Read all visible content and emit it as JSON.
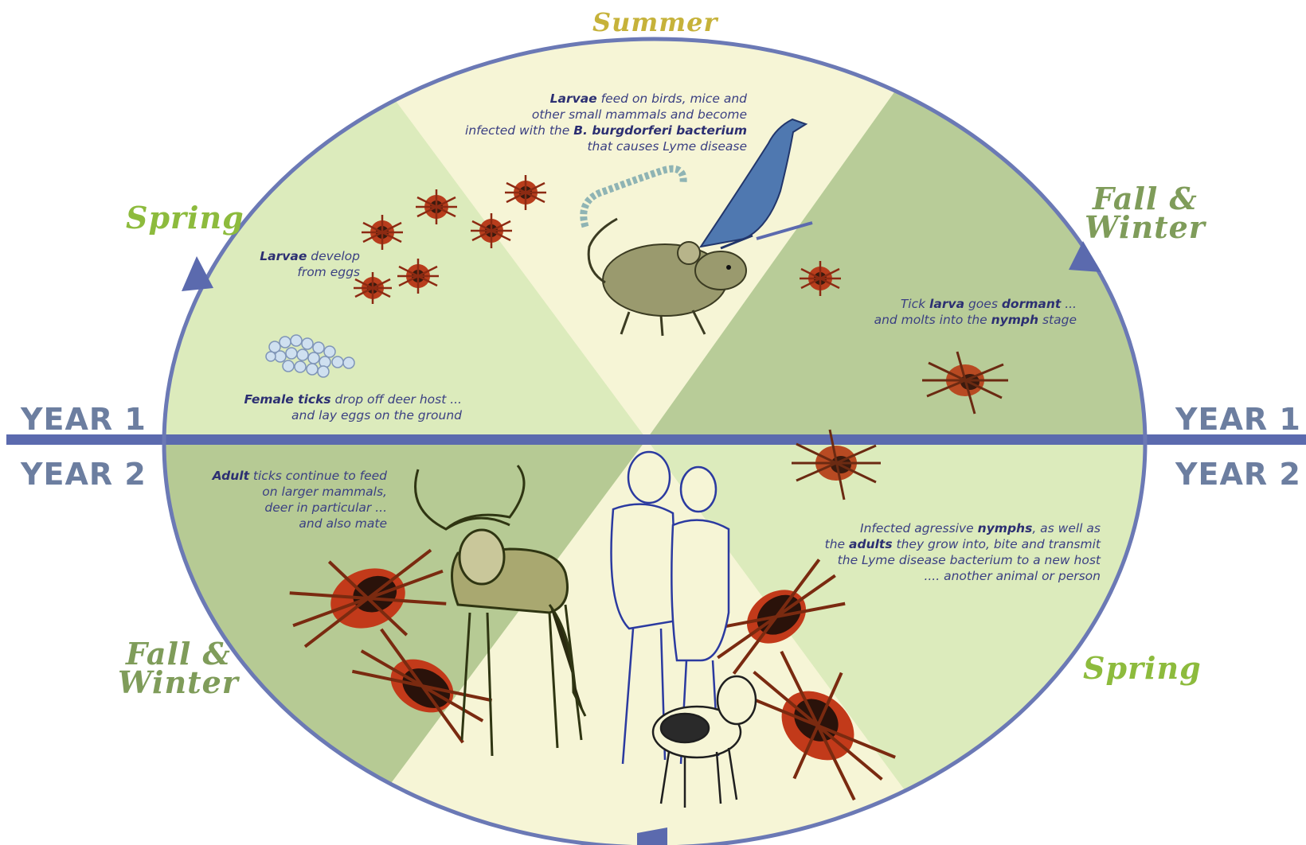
{
  "seasons": {
    "summer": "Summer",
    "spring_year1": "Spring",
    "fall_winter_year1": [
      "Fall &",
      "Winter"
    ],
    "fall_winter_year2": [
      "Fall &",
      "Winter"
    ],
    "spring_year2": "Spring"
  },
  "year_labels": {
    "left_top": "YEAR 1",
    "left_bottom": "YEAR 2",
    "right_top": "YEAR 1",
    "right_bottom": "YEAR 2"
  },
  "notes": {
    "summer": [
      [
        {
          "t": "Larvae",
          "b": true
        },
        {
          "t": " feed on birds, mice and"
        }
      ],
      [
        {
          "t": "other small mammals and become"
        }
      ],
      [
        {
          "t": "infected with the "
        },
        {
          "t": "B. burgdorferi bacterium",
          "b": true
        }
      ],
      [
        {
          "t": "that causes Lyme disease"
        }
      ]
    ],
    "larvae_develop": [
      [
        {
          "t": "Larvae",
          "b": true
        },
        {
          "t": " develop"
        }
      ],
      [
        {
          "t": "from eggs"
        }
      ]
    ],
    "female_ticks": [
      [
        {
          "t": "Female ticks",
          "b": true
        },
        {
          "t": " drop off deer host ..."
        }
      ],
      [
        {
          "t": "and lay eggs on the ground"
        }
      ]
    ],
    "larva_dormant": [
      [
        {
          "t": "Tick "
        },
        {
          "t": "larva",
          "b": true
        },
        {
          "t": " goes "
        },
        {
          "t": "dormant",
          "b": true
        },
        {
          "t": " ..."
        }
      ],
      [
        {
          "t": "and molts into the "
        },
        {
          "t": "nymph",
          "b": true
        },
        {
          "t": " stage"
        }
      ]
    ],
    "adult_ticks": [
      [
        {
          "t": "Adult",
          "b": true
        },
        {
          "t": " ticks continue to feed"
        }
      ],
      [
        {
          "t": "on larger mammals,"
        }
      ],
      [
        {
          "t": "deer in particular ..."
        }
      ],
      [
        {
          "t": "and also mate"
        }
      ]
    ],
    "nymphs": [
      [
        {
          "t": "Infected agressive "
        },
        {
          "t": "nymphs",
          "b": true
        },
        {
          "t": ", as well as"
        }
      ],
      [
        {
          "t": "the "
        },
        {
          "t": "adults",
          "b": true
        },
        {
          "t": " they grow into, bite and transmit"
        }
      ],
      [
        {
          "t": "the Lyme disease bacterium to a new host"
        }
      ],
      [
        {
          "t": ".... another animal or person"
        }
      ]
    ]
  },
  "colors": {
    "light_green": "#dcebbc",
    "mid_green": "#c4d8a2",
    "dark_green": "#b0c48e",
    "cream": "#f6f5d6",
    "ring": "#6b79b5",
    "tick_red": "#b83d1c",
    "tick_dark": "#3a1a0e"
  }
}
